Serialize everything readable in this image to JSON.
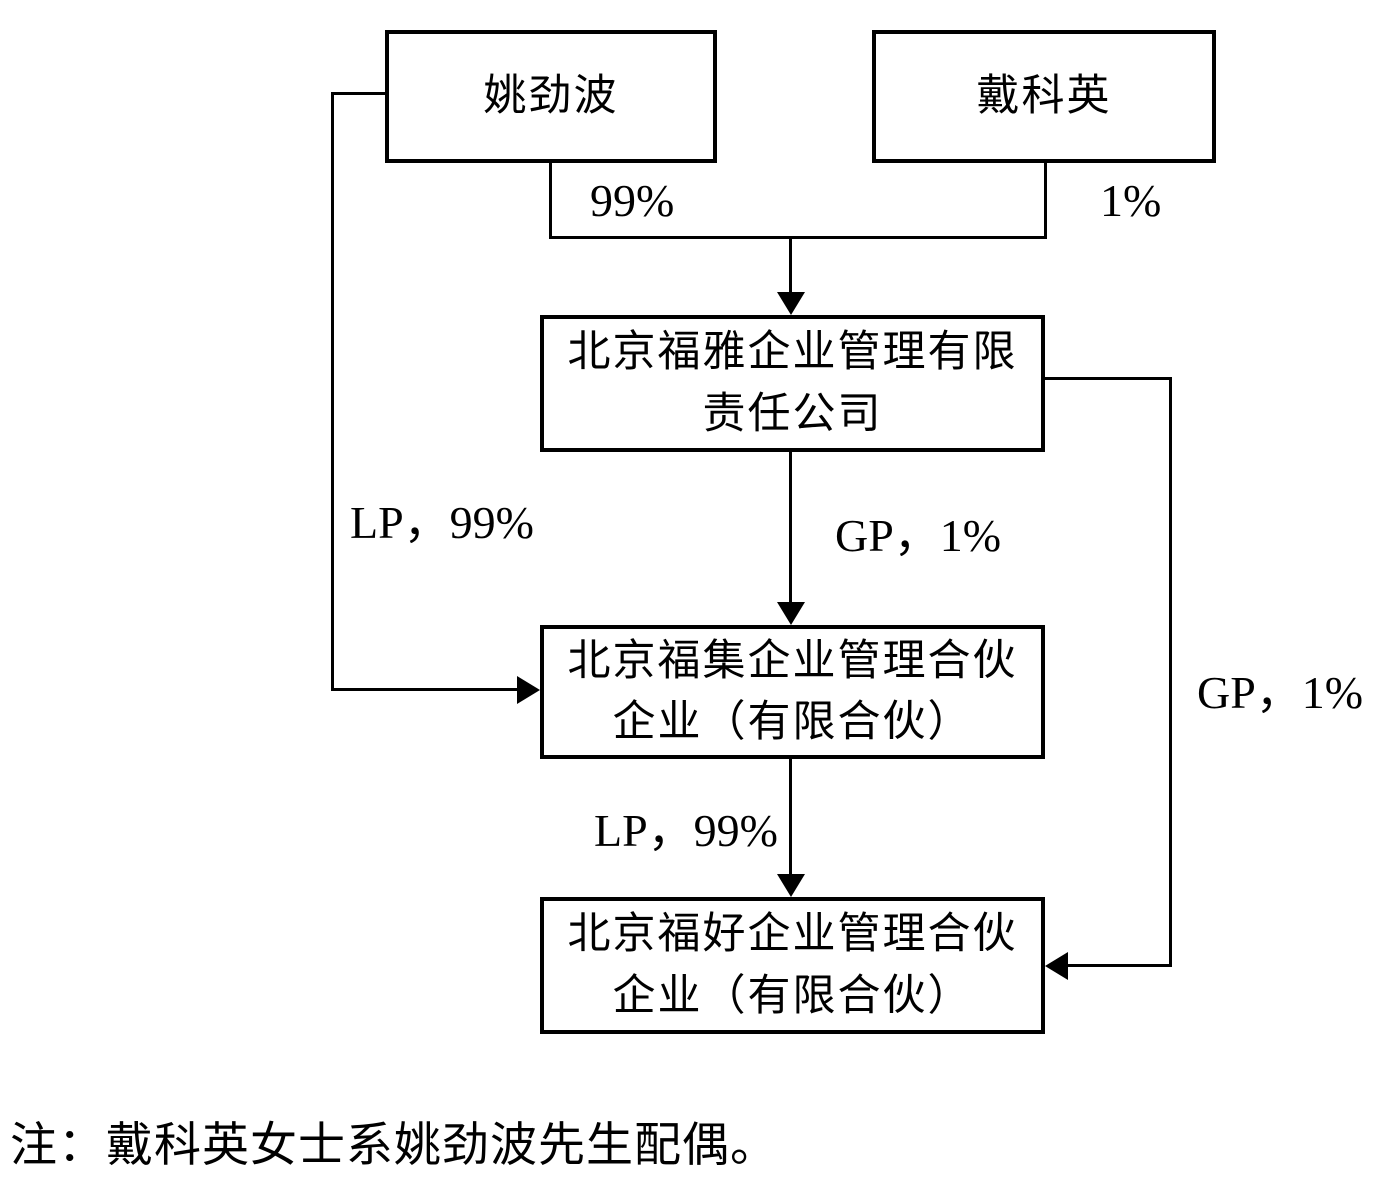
{
  "diagram": {
    "type": "ownership-structure-flowchart",
    "nodes": {
      "yao": {
        "label": "姚劲波"
      },
      "dai": {
        "label": "戴科英"
      },
      "fuya": {
        "label": "北京福雅企业管理有限责任公司"
      },
      "fuji": {
        "label": "北京福集企业管理合伙企业（有限合伙）"
      },
      "fuhao": {
        "label": "北京福好企业管理合伙企业（有限合伙）"
      }
    },
    "edges": [
      {
        "from": "姚劲波",
        "to": "北京福雅企业管理有限责任公司",
        "label": "99%"
      },
      {
        "from": "戴科英",
        "to": "北京福雅企业管理有限责任公司",
        "label": "1%"
      },
      {
        "from": "姚劲波",
        "to": "北京福集企业管理合伙企业（有限合伙）",
        "label": "LP，99%"
      },
      {
        "from": "北京福雅企业管理有限责任公司",
        "to": "北京福集企业管理合伙企业（有限合伙）",
        "label": "GP，1%"
      },
      {
        "from": "北京福集企业管理合伙企业（有限合伙）",
        "to": "北京福好企业管理合伙企业（有限合伙）",
        "label": "LP，99%"
      },
      {
        "from": "北京福雅企业管理有限责任公司",
        "to": "北京福好企业管理合伙企业（有限合伙）",
        "label": "GP，1%"
      }
    ],
    "edge_labels": {
      "yao_to_fuya": "99%",
      "dai_to_fuya": "1%",
      "yao_to_fuji": "LP，99%",
      "fuya_to_fuji": "GP，1%",
      "fuji_to_fuhao": "LP，99%",
      "fuya_to_fuhao": "GP，1%"
    },
    "note": "注：戴科英女士系姚劲波先生配偶。"
  },
  "colors": {
    "line": "#000000",
    "background": "#ffffff",
    "text": "#000000"
  }
}
